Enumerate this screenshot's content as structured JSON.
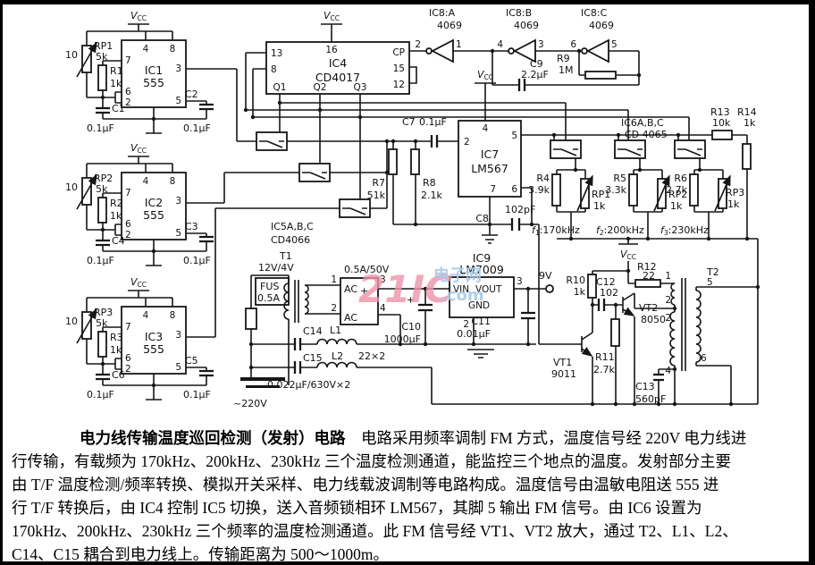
{
  "pwr": {
    "v": "V",
    "cc": "CC"
  },
  "sym": {
    "plus": "+"
  },
  "pins": {
    "p1": "1",
    "p2": "2",
    "p3": "3",
    "p4": "4",
    "p5": "5",
    "p6": "6",
    "p7": "7",
    "p8": "8",
    "p12": "12",
    "p13": "13",
    "p15": "15",
    "p16": "16",
    "cp": "CP",
    "q1": "Q1",
    "q2": "Q2",
    "q3": "Q3"
  },
  "timers": [
    {
      "name": "IC1",
      "part": "555",
      "pot": "RP1",
      "pot_val": "5k",
      "therm": "10",
      "res": "R1",
      "res_val": "1k",
      "cap_a": "C1",
      "cap_a_val": "0.1µF",
      "cap_b": "C2",
      "cap_b_val": "0.1µF"
    },
    {
      "name": "IC2",
      "part": "555",
      "pot": "RP2",
      "pot_val": "5k",
      "therm": "10",
      "res": "R2",
      "res_val": "1k",
      "cap_a": "C4",
      "cap_a_val": "0.1µF",
      "cap_b": "C3",
      "cap_b_val": "0.1µF"
    },
    {
      "name": "IC3",
      "part": "555",
      "pot": "RP3",
      "pot_val": "5k",
      "therm": "10",
      "res": "R3",
      "res_val": "1k",
      "cap_a": "C6",
      "cap_a_val": "0.1µF",
      "cap_b": "C5",
      "cap_b_val": "0.1µF"
    }
  ],
  "ic4": {
    "name": "IC4",
    "part": "CD4017"
  },
  "ic5": {
    "name": "IC5A,B,C",
    "part": "CD4066"
  },
  "ic6": {
    "name": "IC6A,B,C",
    "part": "CD 4065"
  },
  "ic7": {
    "name": "IC7",
    "part": "LM567"
  },
  "ic8": {
    "a": "IC8:A",
    "b": "IC8:B",
    "c": "IC8:C",
    "part": "4069"
  },
  "ic9": {
    "name": "IC9",
    "part": "LM7009",
    "vin": "VIN",
    "vout": "VOUT",
    "gnd": "GND"
  },
  "r": {
    "r4": {
      "n": "R4",
      "v": "3.9k"
    },
    "r5": {
      "n": "R5",
      "v": "3.3k"
    },
    "r6": {
      "n": "R6",
      "v": "2.7k"
    },
    "r7": {
      "n": "R7",
      "v": "51k"
    },
    "r8": {
      "n": "R8",
      "v": "2.1k"
    },
    "r9": {
      "n": "R9",
      "v": "1M"
    },
    "r10": {
      "n": "R10",
      "v": "1k"
    },
    "r11": {
      "n": "R11",
      "v": "2.7k"
    },
    "r12": {
      "n": "R12",
      "v": "22"
    },
    "r13": {
      "n": "R13",
      "v": "10k"
    },
    "r14": {
      "n": "R14",
      "v": "1k"
    }
  },
  "rp": {
    "rp1": {
      "n": "RP1",
      "v": "1k"
    },
    "rp2": {
      "n": "RP2",
      "v": "1k"
    },
    "rp3": {
      "n": "RP3",
      "v": "1k"
    }
  },
  "c": {
    "c7": {
      "n": "C7",
      "v": "0.1µF"
    },
    "c8": {
      "n": "C8",
      "v": "102pF"
    },
    "c9": {
      "n": "C9",
      "v": "2.2µF"
    },
    "c10": {
      "n": "C10",
      "v": "1000µF"
    },
    "c11": {
      "n": "C11",
      "v": "0.01µF"
    },
    "c12": {
      "n": "C12",
      "v": "102"
    },
    "c13": {
      "n": "C13",
      "v": "560pF"
    },
    "c14": {
      "n": "C14"
    },
    "c15": {
      "n": "C15"
    },
    "c1415_val": "0.022µF/630V×2"
  },
  "l": {
    "l1": "L1",
    "l2": "L2",
    "val": "22×2"
  },
  "t1": {
    "name": "T1",
    "ratio": "12V/4V"
  },
  "t2": {
    "name": "T2"
  },
  "fuse": {
    "name": "FUS",
    "val": "0.5A"
  },
  "bridge": {
    "rating": "0.5A/50V",
    "ac": "AC"
  },
  "vt": {
    "vt1": {
      "n": "VT1",
      "v": "9011"
    },
    "vt2": {
      "n": "VT2",
      "v": "8050"
    }
  },
  "freq": {
    "letter": "f",
    "f1": {
      "sub": "1",
      "val": ":170kHz"
    },
    "f2": {
      "sub": "2",
      "val": ":200kHz"
    },
    "f3": {
      "sub": "3",
      "val": ":230kHz"
    }
  },
  "mains": "~220V",
  "supply9": "9V",
  "watermark": {
    "brand": "21IC",
    "cn": "电子网",
    "tld": ".com"
  },
  "caption": {
    "title": "电力线传输温度巡回检测（发射）电路",
    "l1": "　电路采用频率调制 FM 方式，温度信号经 220V 电力线进",
    "l2": "行传输，有载频为 170kHz、200kHz、230kHz 三个温度检测通道，能监控三个地点的温度。发射部分主要",
    "l3": "由 T/F 温度检测/频率转换、模拟开关采样、电力线载波调制等电路构成。温度信号由温敏电阻送 555 进",
    "l4": "行 T/F 转换后，由 IC4 控制 IC5 切换，送入音频锁相环 LM567，其脚 5 输出 FM 信号。由 IC6 设置为",
    "l5": "170kHz、200kHz、230kHz 三个频率的温度检测通道。此 FM 信号经 VT1、VT2 放大，通过 T2、L1、L2、",
    "l6": "C14、C15 耦合到电力线上。传输距离为 500～1000m。"
  }
}
